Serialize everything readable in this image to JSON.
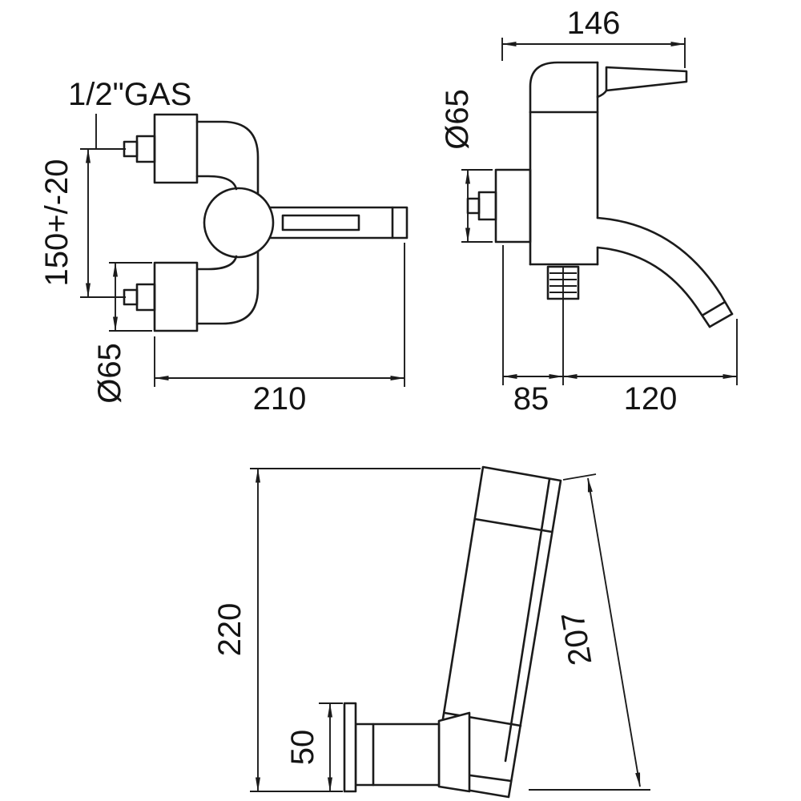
{
  "drawing": {
    "background": "#ffffff",
    "line_color": "#1b1b1b",
    "views": {
      "front": {
        "thread_label": "1/2\"GAS",
        "center_distance": "150+/-20",
        "escutcheon_diameter": "Ø65",
        "overall_width": "210"
      },
      "side": {
        "handle_length": "146",
        "escutcheon_diameter": "Ø65",
        "wall_offset": "85",
        "spout_reach": "120"
      },
      "handshower": {
        "overall_height": "220",
        "bracket_height": "50",
        "handshower_length": "207"
      }
    }
  }
}
